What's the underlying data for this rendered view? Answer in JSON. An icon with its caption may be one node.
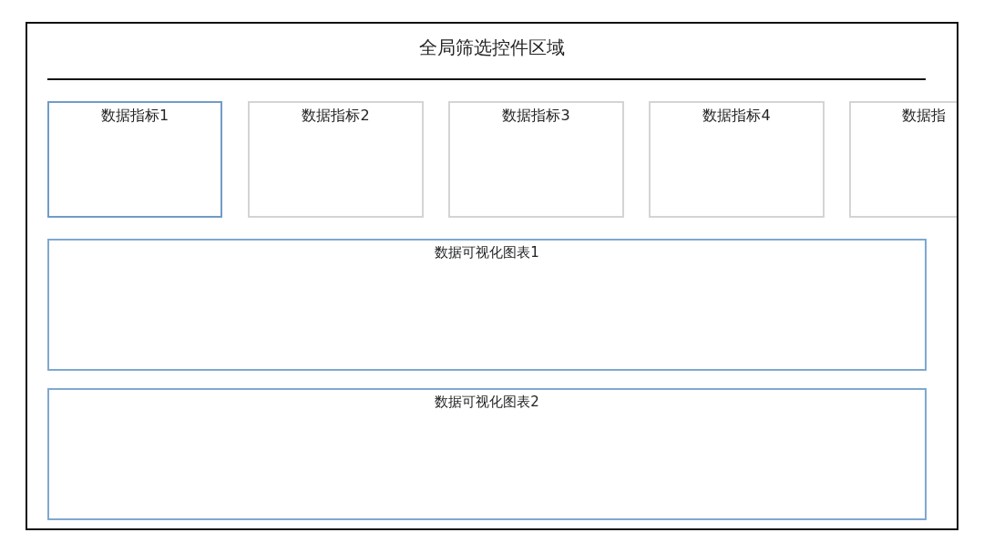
{
  "diagram": {
    "nodes": [
      {
        "text": [
          "全局筛选控件区域"
        ]
      },
      {
        "text": [
          "数据指标1"
        ],
        "in": 0
      },
      {
        "text": [
          "数据指标2"
        ],
        "in": 0
      },
      {
        "text": [
          "数据指标3"
        ],
        "in": 0
      },
      {
        "text": [
          "数据指标4"
        ],
        "in": 0
      },
      {
        "text": [
          "数据指"
        ],
        "in": 0
      },
      {
        "text": [
          "数据可视化图表1"
        ],
        "in": 0
      },
      {
        "text": [
          "数据可视化图表2"
        ],
        "in": 0
      }
    ]
  }
}
